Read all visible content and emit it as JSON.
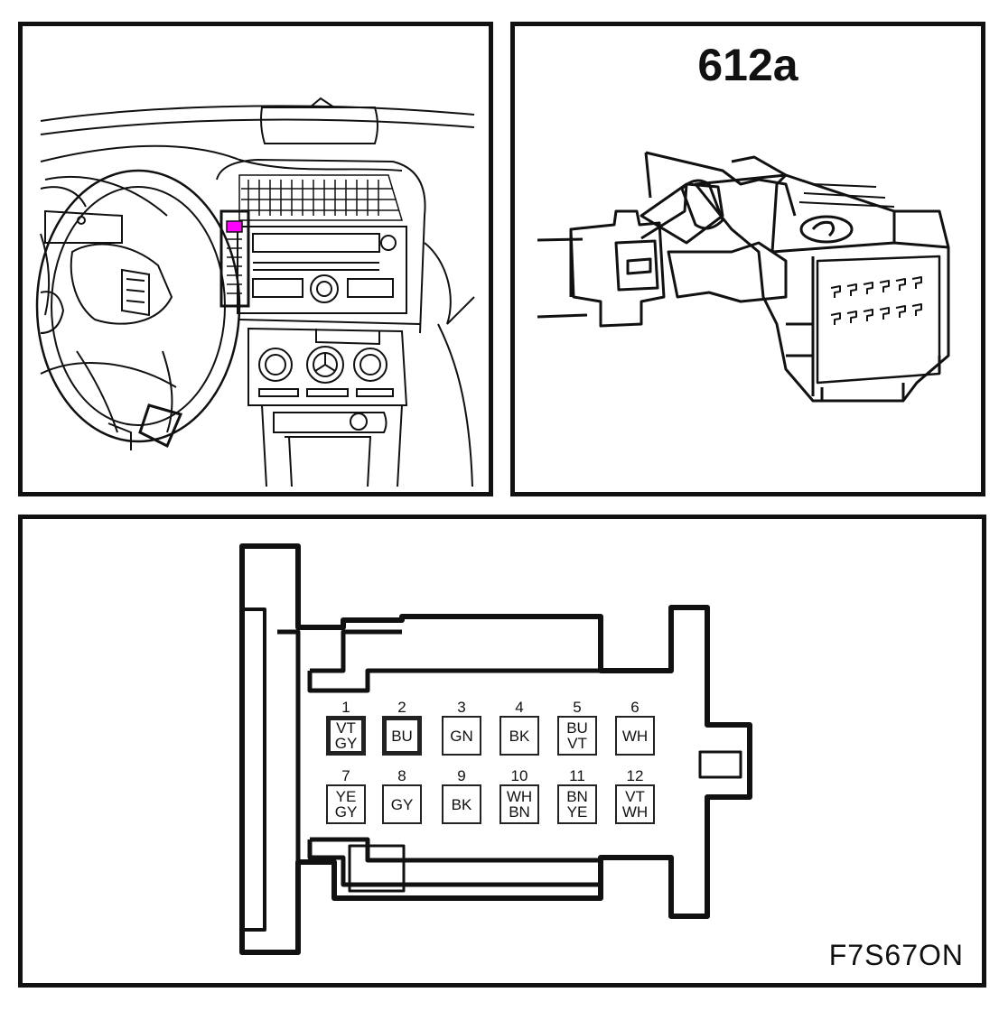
{
  "connector": {
    "id": "612a"
  },
  "figure_code": "F7S67ON",
  "colors": {
    "line": "#111111",
    "highlight": "#ff00ff",
    "background": "#ffffff"
  },
  "pins": [
    {
      "num": "1",
      "colors": [
        "VT",
        "GY"
      ],
      "emphasis": true
    },
    {
      "num": "2",
      "colors": [
        "BU"
      ],
      "emphasis": true
    },
    {
      "num": "3",
      "colors": [
        "GN"
      ],
      "emphasis": false
    },
    {
      "num": "4",
      "colors": [
        "BK"
      ],
      "emphasis": false
    },
    {
      "num": "5",
      "colors": [
        "BU",
        "VT"
      ],
      "emphasis": false
    },
    {
      "num": "6",
      "colors": [
        "WH"
      ],
      "emphasis": false
    },
    {
      "num": "7",
      "colors": [
        "YE",
        "GY"
      ],
      "emphasis": false
    },
    {
      "num": "8",
      "colors": [
        "GY"
      ],
      "emphasis": false
    },
    {
      "num": "9",
      "colors": [
        "BK"
      ],
      "emphasis": false
    },
    {
      "num": "10",
      "colors": [
        "WH",
        "BN"
      ],
      "emphasis": false
    },
    {
      "num": "11",
      "colors": [
        "BN",
        "YE"
      ],
      "emphasis": false
    },
    {
      "num": "12",
      "colors": [
        "VT",
        "WH"
      ],
      "emphasis": false
    }
  ]
}
